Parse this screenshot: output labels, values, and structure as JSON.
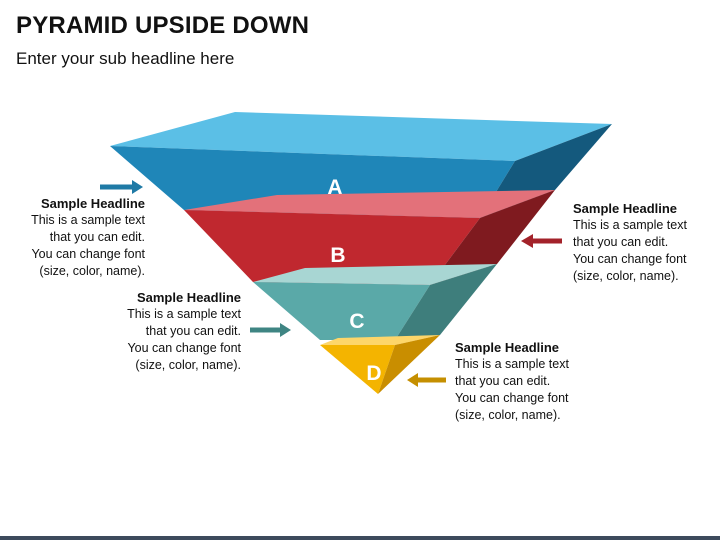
{
  "slide": {
    "title": "PYRAMID UPSIDE DOWN",
    "subtitle": "Enter your sub headline here"
  },
  "layers": [
    {
      "label": "A",
      "color": "#1f86b8",
      "top_color": "#5bbfe6",
      "side_color": "#14597d"
    },
    {
      "label": "B",
      "color": "#c0282f",
      "top_color": "#e3717a",
      "side_color": "#7f1a1f"
    },
    {
      "label": "C",
      "color": "#5aa9a8",
      "top_color": "#a8d6d3",
      "side_color": "#3e7e7c"
    },
    {
      "label": "D",
      "color": "#f4b400",
      "top_color": "#fdd66a",
      "side_color": "#c98e00"
    }
  ],
  "callouts": [
    {
      "headline": "Sample Headline",
      "line1": "This is a sample text",
      "line2": "that you can edit.",
      "line3": "You can change font",
      "line4": "(size, color, name).",
      "arrow_color": "#1f7aa6"
    },
    {
      "headline": "Sample Headline",
      "line1": "This is a sample text",
      "line2": "that you can edit.",
      "line3": "You can change font",
      "line4": "(size, color, name).",
      "arrow_color": "#a3222a"
    },
    {
      "headline": "Sample Headline",
      "line1": "This is a sample text",
      "line2": "that you can edit.",
      "line3": "You can change font",
      "line4": "(size, color, name).",
      "arrow_color": "#3f8583"
    },
    {
      "headline": "Sample Headline",
      "line1": "This is a sample text",
      "line2": "that you can edit.",
      "line3": "You can change font",
      "line4": "(size, color, name).",
      "arrow_color": "#c58f00"
    }
  ]
}
